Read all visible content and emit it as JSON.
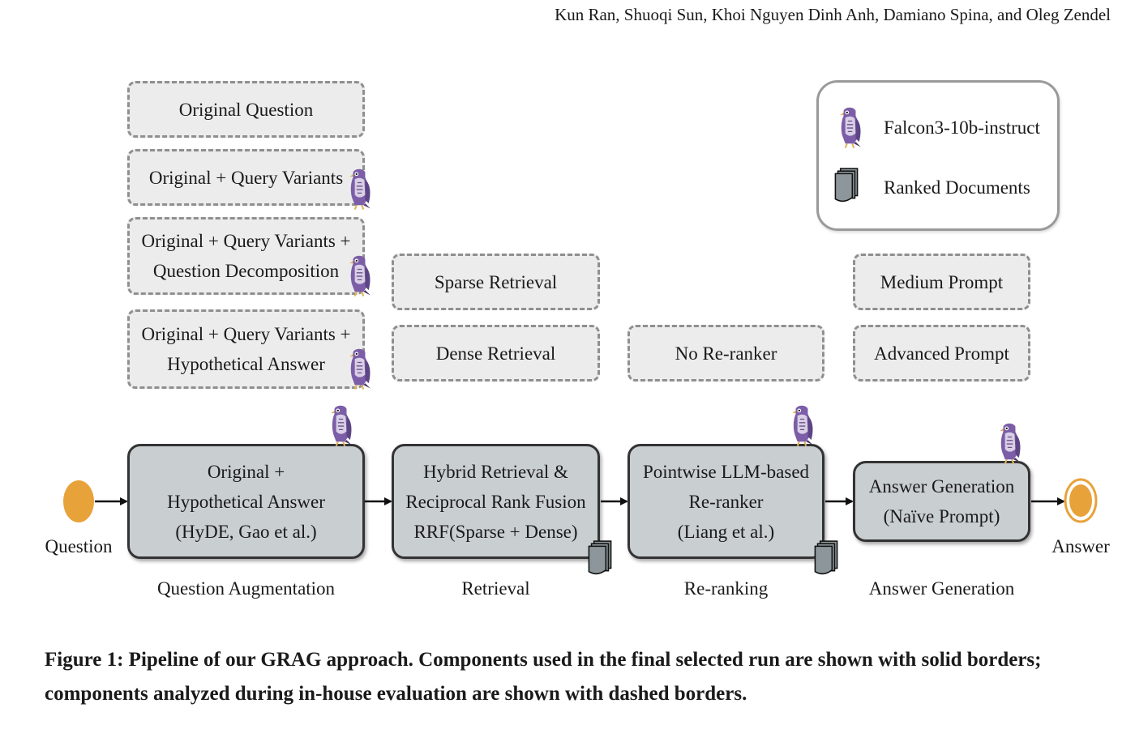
{
  "header": {
    "authors": "Kun Ran, Shuoqi Sun, Khoi Nguyen Dinh Anh, Damiano Spina, and Oleg Zendel"
  },
  "legend": {
    "llm_label": "Falcon3-10b-instruct",
    "docs_label": "Ranked Documents",
    "llm_icon": "falcon-icon",
    "docs_icon": "documents-icon"
  },
  "alternatives": {
    "augmentation": [
      {
        "lines": [
          "Original Question"
        ],
        "llm": false
      },
      {
        "lines": [
          "Original + Query Variants"
        ],
        "llm": true
      },
      {
        "lines": [
          "Original + Query Variants +",
          "Question Decomposition"
        ],
        "llm": true
      },
      {
        "lines": [
          "Original + Query Variants +",
          "Hypothetical Answer"
        ],
        "llm": true
      }
    ],
    "retrieval": [
      {
        "lines": [
          "Sparse Retrieval"
        ]
      },
      {
        "lines": [
          "Dense Retrieval"
        ]
      }
    ],
    "reranking": [
      {
        "lines": [
          "No Re-ranker"
        ]
      }
    ],
    "generation": [
      {
        "lines": [
          "Medium Prompt"
        ]
      },
      {
        "lines": [
          "Advanced Prompt"
        ]
      }
    ]
  },
  "pipeline": {
    "start_label": "Question",
    "end_label": "Answer",
    "stages": [
      {
        "lines": [
          "Original +",
          "Hypothetical Answer",
          "(HyDE, Gao et al.)"
        ],
        "stage_label": "Question Augmentation",
        "llm": true,
        "docs": false
      },
      {
        "lines": [
          "Hybrid Retrieval  &",
          "Reciprocal Rank Fusion",
          "RRF(Sparse + Dense)"
        ],
        "stage_label": "Retrieval",
        "llm": false,
        "docs": true
      },
      {
        "lines": [
          "Pointwise LLM-based",
          "Re-ranker",
          "(Liang et al.)"
        ],
        "stage_label": "Re-ranking",
        "llm": true,
        "docs": true
      },
      {
        "lines": [
          "Answer Generation",
          "(Naïve Prompt)"
        ],
        "stage_label": "Answer Generation",
        "llm": true,
        "docs": false
      }
    ]
  },
  "colors": {
    "node": "#e8a23a",
    "solid_fill": "#c9ced1",
    "dashed_fill": "#ececec",
    "falcon": "#7b5ea7"
  },
  "caption": "Figure 1: Pipeline of our GRAG approach. Components used in the final selected run are shown with solid borders; components analyzed during in-house evaluation are shown with dashed borders."
}
